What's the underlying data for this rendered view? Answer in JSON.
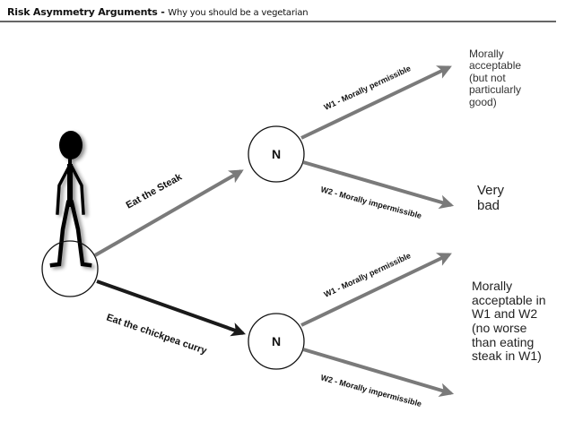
{
  "header": {
    "title": "Risk Asymmetry Arguments",
    "separator": " - ",
    "subtitle": "Why you should be a vegetarian"
  },
  "colors": {
    "gray_arrow": "#7a7a7a",
    "dark_arrow": "#1a1a1a",
    "text": "#111111",
    "rule": "#666666"
  },
  "agent": {
    "icon": "stick-figure-icon"
  },
  "choices": [
    {
      "label": "Eat the Steak",
      "arrow_style": "gray"
    },
    {
      "label": "Eat the chickpea curry",
      "arrow_style": "dark"
    }
  ],
  "nodes": [
    {
      "label": "N"
    },
    {
      "label": "N"
    }
  ],
  "branches": {
    "steak": [
      {
        "label": "W1 - Morally permissible"
      },
      {
        "label": "W2 - Morally impermissible"
      }
    ],
    "curry": [
      {
        "label": "W1 - Morally permissible"
      },
      {
        "label": "W2 - Morally impermissible"
      }
    ]
  },
  "outcomes": {
    "steak_w1": [
      "Morally",
      "acceptable",
      "(but not",
      "particularly",
      "good)"
    ],
    "steak_w2": [
      "Very",
      "bad"
    ],
    "curry": [
      "Morally",
      "acceptable in",
      "W1 and W2",
      "(no worse",
      "than eating",
      "steak in W1)"
    ]
  }
}
